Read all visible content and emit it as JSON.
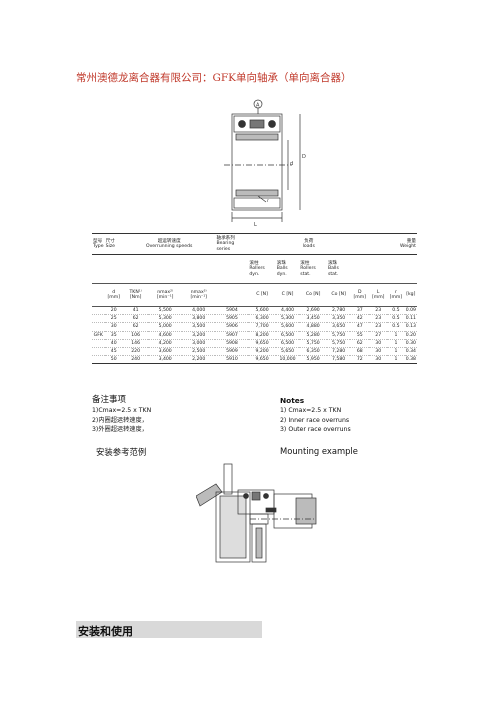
{
  "header": {
    "title": "常州澳德龙离合器有限公司：GFK单向轴承（单向离合器）"
  },
  "figure_top": {
    "marker": "A",
    "dim_d": "d",
    "dim_D": "D",
    "dim_L": "L",
    "dim_r": "r",
    "dim_f": "f"
  },
  "table": {
    "group_headers": [
      {
        "cn": "型号",
        "en": "Type"
      },
      {
        "cn": "尺寸",
        "en": "Size"
      },
      {
        "cn": "超运转速度",
        "en": "Overrunning speeds"
      },
      {
        "cn": "轴承系列",
        "en": "Bearing series"
      },
      {
        "cn": "负荷",
        "en": "loads"
      },
      {
        "cn": "重量",
        "en": "Weight"
      }
    ],
    "load_subheaders": [
      {
        "cn": "滚柱",
        "en": "Rollers dyn."
      },
      {
        "cn": "滚珠",
        "en": "Balls dyn."
      },
      {
        "cn": "滚柱",
        "en": "Rollers stat."
      },
      {
        "cn": "滚珠",
        "en": "Balls stat."
      }
    ],
    "units": [
      "d [mm]",
      "TKN¹⁾ [Nm]",
      "nmax²⁾ [min⁻¹]",
      "nmax³⁾ [min⁻¹]",
      "",
      "C [N]",
      "C [N]",
      "Co [N]",
      "Co [N]",
      "D [mm]",
      "L [mm]",
      "r [mm]",
      "[kg]"
    ],
    "type": "GFK",
    "rows": [
      [
        "20",
        "41",
        "5,500",
        "4,000",
        "5904",
        "5,600",
        "4,400",
        "2,690",
        "2,780",
        "37",
        "23",
        "0.5",
        "0.09"
      ],
      [
        "25",
        "62",
        "5,300",
        "3,800",
        "5905",
        "6,300",
        "5,300",
        "3,450",
        "3,350",
        "42",
        "23",
        "0.5",
        "0.11"
      ],
      [
        "30",
        "62",
        "5,000",
        "3,500",
        "5906",
        "7,700",
        "5,600",
        "4,880",
        "3,650",
        "47",
        "23",
        "0.5",
        "0.13"
      ],
      [
        "35",
        "106",
        "4,600",
        "3,200",
        "5907",
        "8,200",
        "6,500",
        "5,280",
        "5,750",
        "55",
        "27",
        "1",
        "0.20"
      ],
      [
        "40",
        "146",
        "4,200",
        "3,000",
        "5908",
        "9,650",
        "6,500",
        "5,750",
        "5,750",
        "62",
        "30",
        "1",
        "0.30"
      ],
      [
        "45",
        "220",
        "3,600",
        "2,500",
        "5909",
        "9,200",
        "5,650",
        "6,350",
        "7,280",
        "68",
        "30",
        "1",
        "0.34"
      ],
      [
        "50",
        "240",
        "3,400",
        "2,200",
        "5910",
        "9,650",
        "10,000",
        "5,950",
        "7,580",
        "72",
        "30",
        "1",
        "0.38"
      ]
    ]
  },
  "notes_cn": {
    "heading": "备注事项",
    "lines": [
      "1)Cmax=2.5 x TKN",
      "2)内圈超运转速度，",
      "3)外圈超运转速度，"
    ]
  },
  "notes_en": {
    "heading": "Notes",
    "lines": [
      "1) Cmax=2.5 x TKN",
      "2) Inner race overruns",
      "3) Outer race overruns"
    ]
  },
  "mounting": {
    "cn": "安装参考范例",
    "en": "Mounting example"
  },
  "section": {
    "title": "安装和使用"
  }
}
